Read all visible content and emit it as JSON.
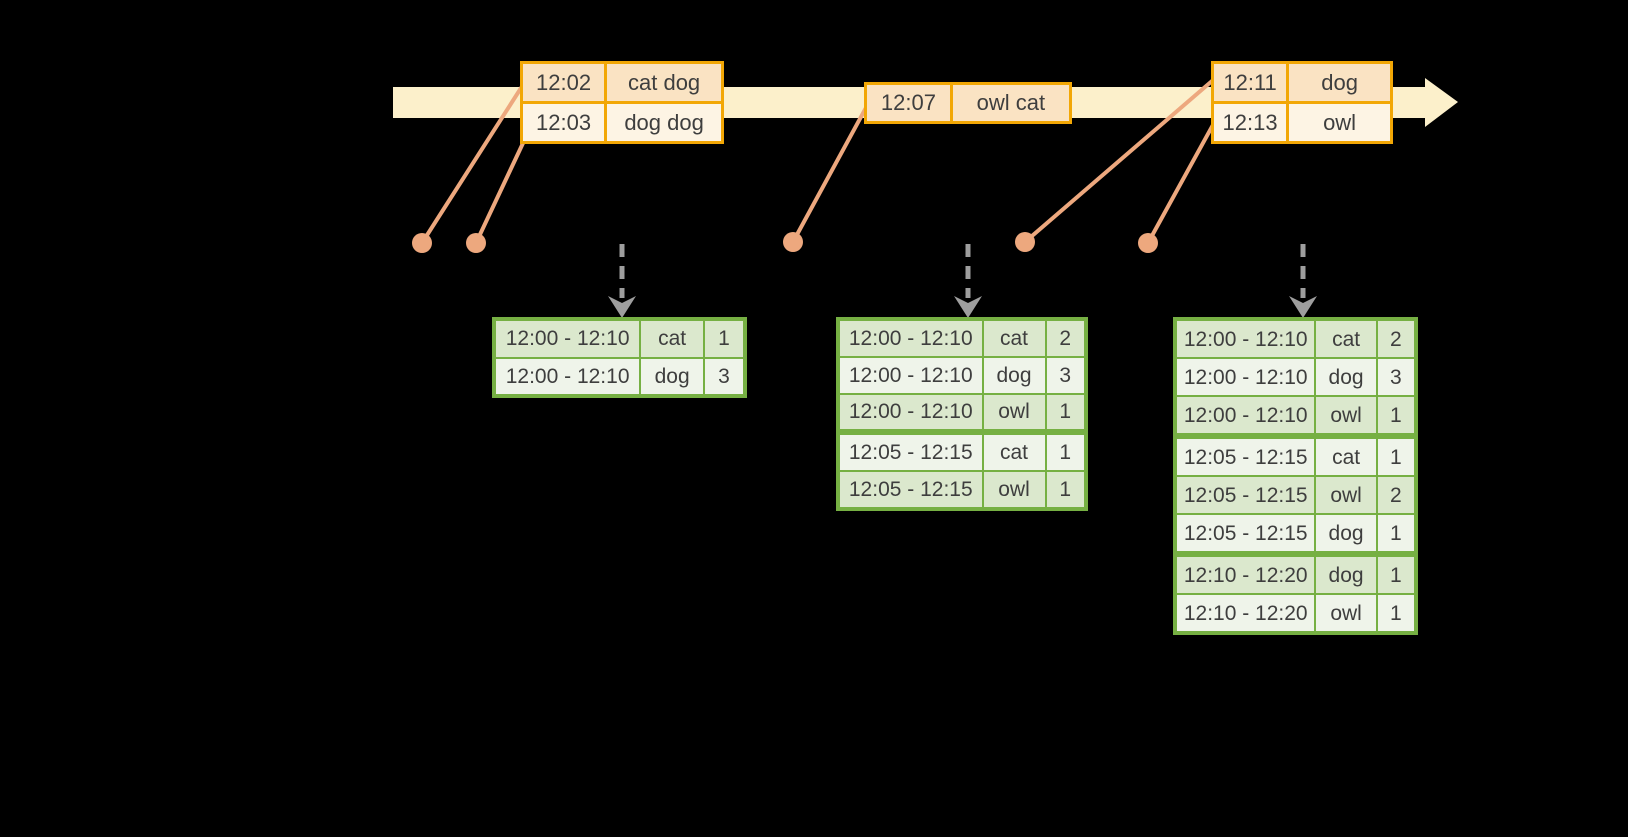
{
  "diagram": {
    "description": "windowed grouped aggregation over an event-time stream",
    "colors": {
      "background": "#000000",
      "timeline_fill": "#FCF0CB",
      "event_border": "#F2A705",
      "event_row_dark": "#FAE3C3",
      "event_row_light": "#FDF4E4",
      "connector": "#EDA87E",
      "dashed_arrow": "#9E9E9E",
      "result_border": "#76B043",
      "result_row_dark": "#DBE8CD",
      "result_row_light": "#EFF4EA",
      "text": "#3E3E3E"
    },
    "markers": {
      "timeline_arrow": "cream-right-arrow",
      "event_dot": "orange-circle-marker",
      "trigger_arrow": "gray-dashed-down-arrow"
    },
    "event_tables": [
      {
        "rows": [
          {
            "time": "12:02",
            "words": "cat dog"
          },
          {
            "time": "12:03",
            "words": "dog dog"
          }
        ]
      },
      {
        "rows": [
          {
            "time": "12:07",
            "words": "owl cat"
          }
        ]
      },
      {
        "rows": [
          {
            "time": "12:11",
            "words": "dog"
          },
          {
            "time": "12:13",
            "words": "owl"
          }
        ]
      }
    ],
    "result_tables": [
      {
        "rows": [
          {
            "window": "12:00 - 12:10",
            "word": "cat",
            "count": "1"
          },
          {
            "window": "12:00 - 12:10",
            "word": "dog",
            "count": "3"
          }
        ]
      },
      {
        "rows": [
          {
            "window": "12:00 - 12:10",
            "word": "cat",
            "count": "2"
          },
          {
            "window": "12:00 - 12:10",
            "word": "dog",
            "count": "3"
          },
          {
            "window": "12:00 - 12:10",
            "word": "owl",
            "count": "1"
          },
          {
            "window": "12:05 - 12:15",
            "word": "cat",
            "count": "1"
          },
          {
            "window": "12:05 - 12:15",
            "word": "owl",
            "count": "1"
          }
        ]
      },
      {
        "rows": [
          {
            "window": "12:00 - 12:10",
            "word": "cat",
            "count": "2"
          },
          {
            "window": "12:00 - 12:10",
            "word": "dog",
            "count": "3"
          },
          {
            "window": "12:00 - 12:10",
            "word": "owl",
            "count": "1"
          },
          {
            "window": "12:05 - 12:15",
            "word": "cat",
            "count": "1"
          },
          {
            "window": "12:05 - 12:15",
            "word": "owl",
            "count": "2"
          },
          {
            "window": "12:05 - 12:15",
            "word": "dog",
            "count": "1"
          },
          {
            "window": "12:10 - 12:20",
            "word": "dog",
            "count": "1"
          },
          {
            "window": "12:10 - 12:20",
            "word": "owl",
            "count": "1"
          }
        ]
      }
    ]
  }
}
